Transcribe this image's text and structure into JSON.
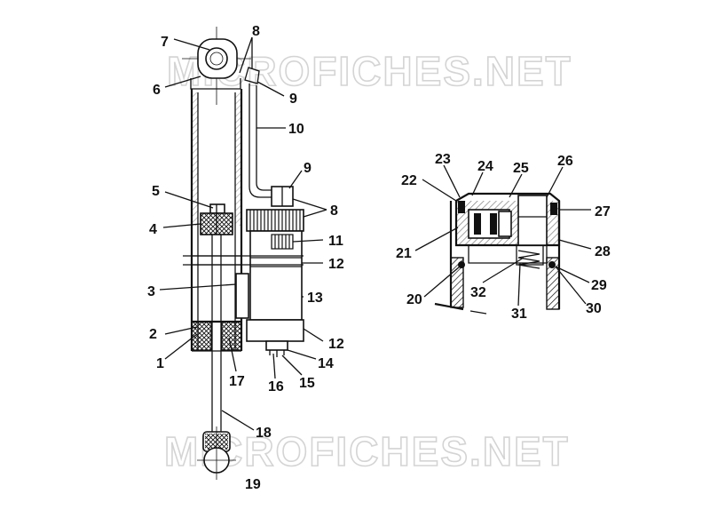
{
  "watermark": "MICROFICHES.NET",
  "callouts": {
    "n1": "1",
    "n2": "2",
    "n3": "3",
    "n4": "4",
    "n5": "5",
    "n6": "6",
    "n7": "7",
    "n8": "8",
    "n8b": "8",
    "n9": "9",
    "n9b": "9",
    "n10": "10",
    "n11": "11",
    "n12": "12",
    "n12b": "12",
    "n13": "13",
    "n14": "14",
    "n15": "15",
    "n16": "16",
    "n17": "17",
    "n18": "18",
    "n19": "19",
    "n20": "20",
    "n21": "21",
    "n22": "22",
    "n23": "23",
    "n24": "24",
    "n25": "25",
    "n26": "26",
    "n27": "27",
    "n28": "28",
    "n29": "29",
    "n30": "30",
    "n31": "31",
    "n32": "32"
  }
}
